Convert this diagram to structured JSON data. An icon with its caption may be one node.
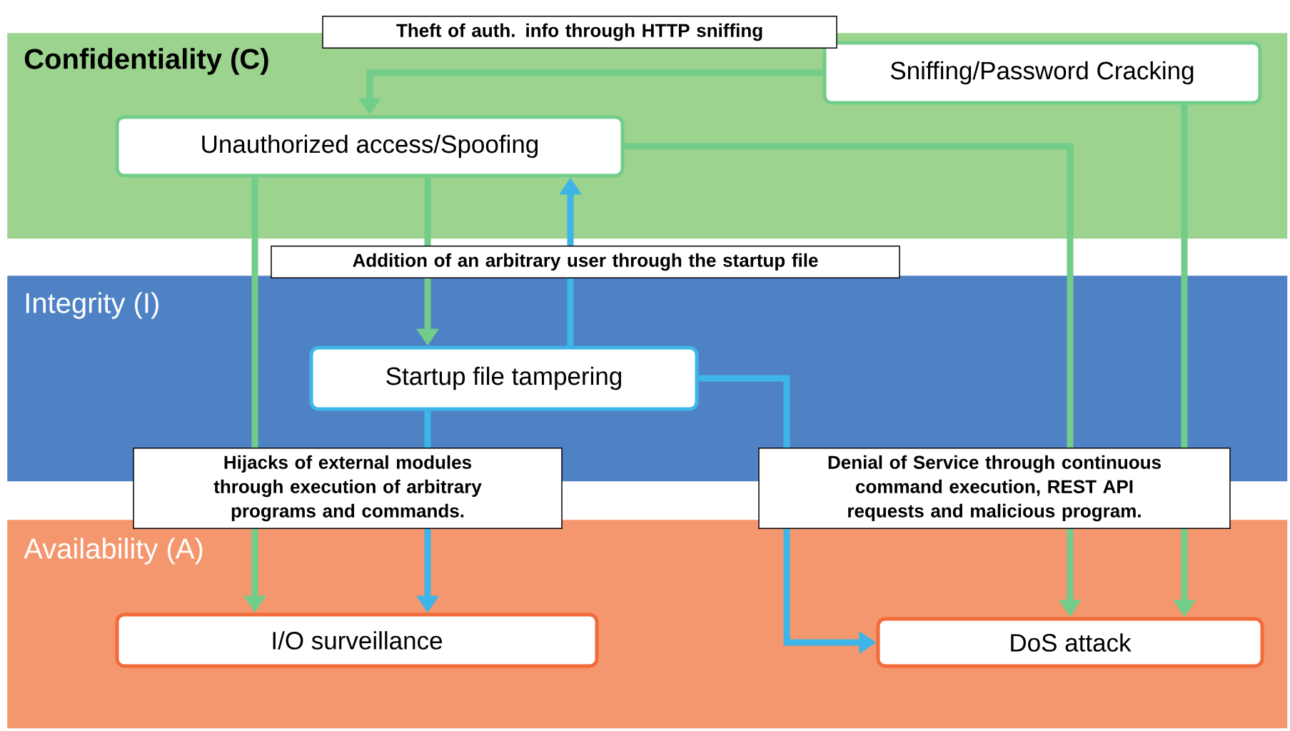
{
  "diagram": {
    "nodes": [
      {
        "text": [
          "Confidentiality (C)"
        ]
      },
      {
        "text": [
          "Integrity (I)"
        ]
      },
      {
        "text": [
          "Availability (A)"
        ]
      },
      {
        "text": [
          "Sniffing/Password Cracking"
        ],
        "in": 0
      },
      {
        "text": [
          "Unauthorized access/Spoofing"
        ],
        "in": 0
      },
      {
        "text": [
          "Startup file tampering"
        ],
        "in": 1
      },
      {
        "text": [
          "I/O surveillance"
        ],
        "in": 2
      },
      {
        "text": [
          "DoS attack"
        ],
        "in": 2
      }
    ],
    "edges": [
      {
        "from": 3,
        "to": 4,
        "arrow": "to",
        "label": "Theft of auth. info through HTTP sniffing"
      },
      {
        "from": 4,
        "to": 5,
        "arrow": "to",
        "label": "Addition of an arbitrary user through the startup file"
      },
      {
        "from": 5,
        "to": 4,
        "arrow": "to",
        "color": "#3db5e8"
      },
      {
        "from": 4,
        "to": 6,
        "arrow": "to",
        "label": "Hijacks of external modules through execution of arbitrary programs and commands."
      },
      {
        "from": 5,
        "to": 6,
        "arrow": "to",
        "color": "#3db5e8"
      },
      {
        "from": 4,
        "to": 7,
        "arrow": "to"
      },
      {
        "from": 3,
        "to": 7,
        "arrow": "to",
        "label": "Denial of Service through continuous command execution, REST API requests and malicious program."
      },
      {
        "from": 5,
        "to": 7,
        "arrow": "to",
        "color": "#3db5e8"
      }
    ]
  }
}
